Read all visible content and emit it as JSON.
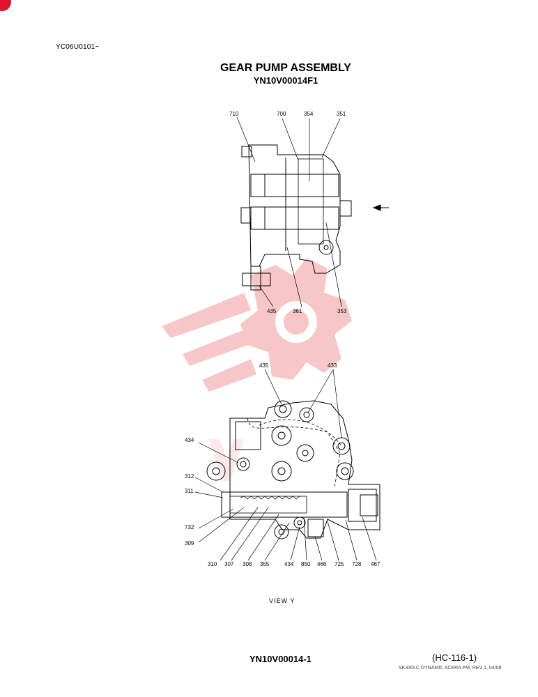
{
  "header": {
    "serial_range": "YC06U0101~",
    "title": "GEAR PUMP ASSEMBLY",
    "part_number": "YN10V00014F1"
  },
  "upper_view": {
    "callouts": [
      "710",
      "700",
      "354",
      "351",
      "435",
      "361",
      "353"
    ]
  },
  "lower_view": {
    "callouts": [
      "435",
      "433",
      "434",
      "312",
      "311",
      "732",
      "309",
      "310",
      "307",
      "308",
      "355",
      "434",
      "850",
      "466",
      "725",
      "728",
      "467"
    ],
    "view_label": "VIEW   Y"
  },
  "footer": {
    "drawing_id": "YN10V00014-1",
    "page_ref": "(HC-116-1)",
    "manual_rev": "SK330LC DYNAMIC ACERA PM, REV 1, 04/08"
  },
  "colors": {
    "watermark": "#f29a9a",
    "badge": "#e0152d",
    "line": "#000000"
  },
  "icons": {
    "badge": "corner-badge-icon",
    "arrow": "direction-arrow-icon",
    "watermark": "gear-logo-watermark-icon"
  }
}
